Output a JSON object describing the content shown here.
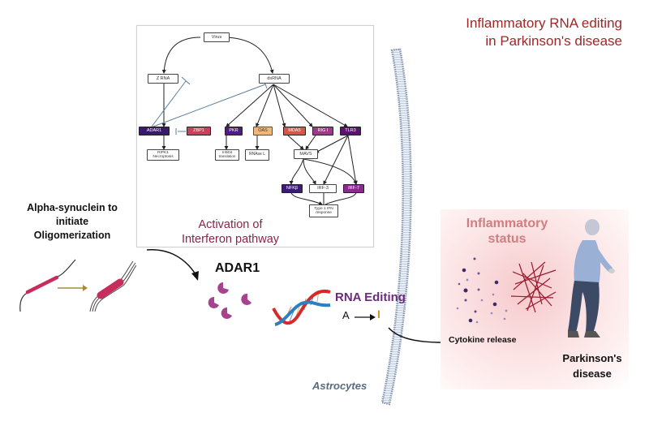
{
  "title": {
    "line1": "Inflammatory RNA editing",
    "line2": "in Parkinson's disease"
  },
  "pathway_panel": {
    "caption_line1": "Activation of",
    "caption_line2": "Interferon pathway",
    "nodes": {
      "virus": "Virus",
      "zrna": "Z RNA",
      "dsrna": "dsRNA",
      "adar1": "ADAR1",
      "zbp1": "ZBP1",
      "pkr": "PKR",
      "oas": "OAS",
      "mda5": "MDA5",
      "rig1": "RIG I",
      "tlr3": "TLR3",
      "ripk1": "RIPK1 Necroptosis",
      "inhibit": "Inhibit translation",
      "rnase": "RNAse L",
      "mavs": "MAVS",
      "nfkb": "NFKβ",
      "irf3": "IRF-3",
      "irf7": "IRF-7",
      "ifn": "Type 1 IFN response"
    },
    "colors": {
      "adar1": "#3a1a6e",
      "zbp1": "#c8415a",
      "pkr": "#4f1c84",
      "oas": "#f0b878",
      "mda5": "#d4574a",
      "rig1": "#9c3a88",
      "tlr3": "#5a1470",
      "nfkb": "#3d1a78",
      "irf7": "#8a2a8c"
    }
  },
  "alpha_synuclein": {
    "line1": "Alpha-synuclein to",
    "line2": "initiate",
    "line3": "Oligomerization"
  },
  "adar1_label": "ADAR1",
  "rna_editing": {
    "label": "RNA Editing",
    "from": "A",
    "to": "I"
  },
  "astrocytes_label": "Astrocytes",
  "inflammation": {
    "title_line1": "Inflammatory",
    "title_line2": "status",
    "cytokine_label": "Cytokine release",
    "pd_line1": "Parkinson's",
    "pd_line2": "disease"
  }
}
